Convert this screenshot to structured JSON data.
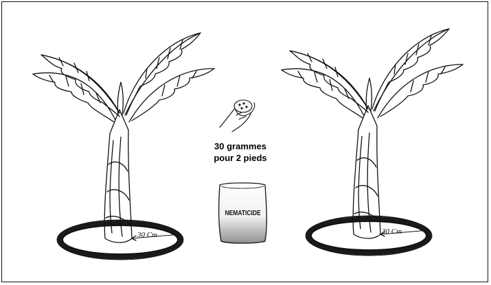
{
  "illustration": {
    "dose_line1": "30 grammes",
    "dose_line2": "pour 2 pieds",
    "bag_label": "NEMATICIDE",
    "distance_left": "30 Cm",
    "distance_right": "30 Cm"
  },
  "colors": {
    "ink": "#111111",
    "background": "#ffffff",
    "bag_shade": "#9a9a9a"
  },
  "icons": {
    "hand": "hand-holding-granules-icon",
    "bag": "nematicide-bag-icon",
    "plant": "banana-plant-icon"
  }
}
